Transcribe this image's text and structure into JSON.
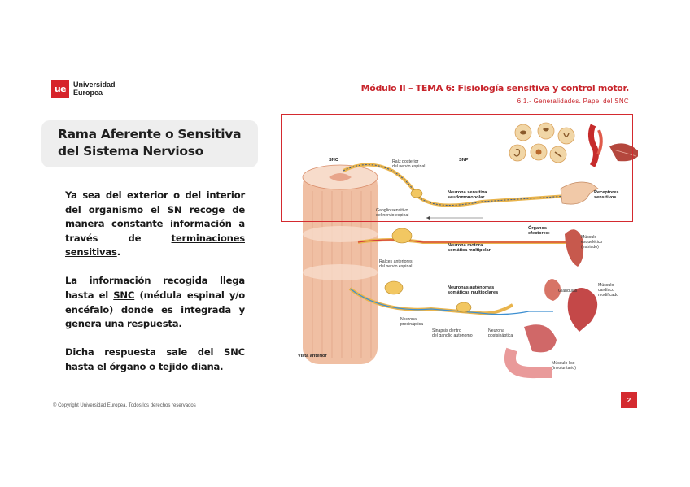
{
  "logo": {
    "mark": "ue",
    "line1": "Universidad",
    "line2": "Europea"
  },
  "header": {
    "title": "Módulo II – TEMA 6: Fisiología sensitiva y control motor.",
    "subtitle": "6.1.- Generalidades. Papel del SNC"
  },
  "title": {
    "line1": "Rama Aferente o Sensitiva",
    "line2": "del Sistema Nervioso"
  },
  "body": {
    "p1_start": "Ya sea del exterior o del interior del organismo el SN recoge de manera constante información a través de ",
    "p1_link": "terminaciones sensitivas",
    "p1_end": ".",
    "p2_start": "La información recogida llega hasta el ",
    "p2_link": "SNC",
    "p2_end": " (médula espinal y/o encéfalo) donde es integrada y genera una respuesta.",
    "p3": "Dicha respuesta sale del SNC hasta el órgano o tejido diana."
  },
  "figure": {
    "labels": {
      "snc": "SNC",
      "snp": "SNP",
      "raiz_posterior_1": "Raíz posterior",
      "raiz_posterior_2": "del nervio espinal",
      "neurona_sensitiva_1": "Neurona sensitiva",
      "neurona_sensitiva_2": "seudomonopolar",
      "receptores_1": "Receptores",
      "receptores_2": "sensitivos",
      "ganglio_1": "Ganglio sensitivo",
      "ganglio_2": "del nervio espinal",
      "organos_1": "Órganos",
      "organos_2": "efectores:",
      "musculo_esq_1": "Músculo",
      "musculo_esq_2": "esquelético",
      "musculo_esq_3": "(estriado)",
      "neurona_motora_1": "Neurona motora",
      "neurona_motora_2": "somática multipolar",
      "raiz_anterior_1": "Raíces anteriores",
      "raiz_anterior_2": "del nervio espinal",
      "glandulas": "Glándulas",
      "musculo_card_1": "Músculo",
      "musculo_card_2": "cardíaco",
      "musculo_card_3": "modificado",
      "autonomas_1": "Neuronas autónomas",
      "autonomas_2": "somáticas multipolares",
      "neurona_pre_1": "Neurona",
      "neurona_pre_2": "presináptica",
      "sinapsis_1": "Sinapsis dentro",
      "sinapsis_2": "del ganglio autónomo",
      "neurona_post_1": "Neurona",
      "neurona_post_2": "postsináptica",
      "musculo_liso_1": "Músculo liso",
      "musculo_liso_2": "(involuntario)",
      "vista": "Vista anterior"
    }
  },
  "footer": "© Copyright Universidad Europea. Todos los derechos reservados",
  "page_number": "2",
  "colors": {
    "accent": "#d42a2f",
    "title_box": "#eeeeee"
  }
}
